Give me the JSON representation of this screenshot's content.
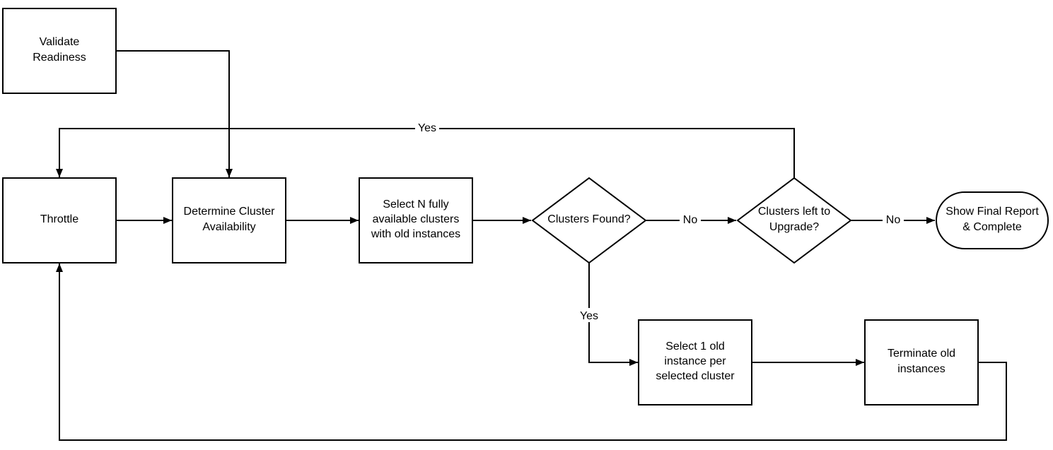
{
  "nodes": {
    "validate": {
      "lines": [
        "Validate",
        "Readiness"
      ]
    },
    "throttle": {
      "lines": [
        "Throttle"
      ]
    },
    "determine": {
      "lines": [
        "Determine Cluster",
        "Availability"
      ]
    },
    "select_n": {
      "lines": [
        "Select N fully",
        "available clusters",
        "with old instances"
      ]
    },
    "clusters_found": {
      "lines": [
        "Clusters Found?"
      ]
    },
    "clusters_left": {
      "lines": [
        "Clusters left to",
        "Upgrade?"
      ]
    },
    "final_report": {
      "lines": [
        "Show Final Report",
        "& Complete"
      ]
    },
    "select_1": {
      "lines": [
        "Select 1 old",
        "instance per",
        "selected cluster"
      ]
    },
    "terminate": {
      "lines": [
        "Terminate old",
        "instances"
      ]
    }
  },
  "edge_labels": {
    "loop_yes": "Yes",
    "found_no": "No",
    "left_no": "No",
    "found_yes": "Yes"
  }
}
